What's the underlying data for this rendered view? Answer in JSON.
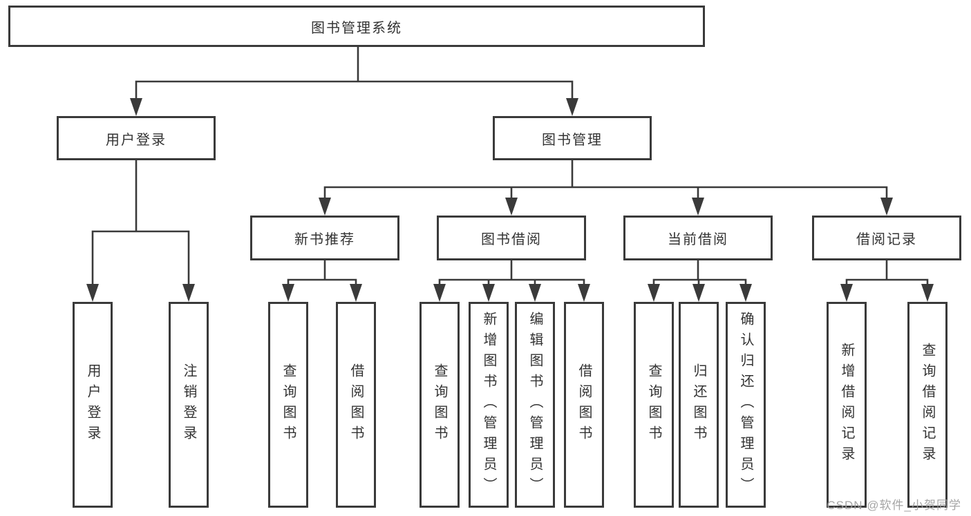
{
  "diagram": {
    "root": {
      "label": "图书管理系统"
    },
    "level2": [
      {
        "label": "用户登录"
      },
      {
        "label": "图书管理"
      }
    ],
    "level3": [
      {
        "label": "新书推荐"
      },
      {
        "label": "图书借阅"
      },
      {
        "label": "当前借阅"
      },
      {
        "label": "借阅记录"
      }
    ],
    "leaves": {
      "user_login": [
        {
          "label": "用户登录"
        },
        {
          "label": "注销登录"
        }
      ],
      "new_book": [
        {
          "label": "查询图书"
        },
        {
          "label": "借阅图书"
        }
      ],
      "book_borrow": [
        {
          "label": "查询图书"
        },
        {
          "label": "新增图书（管理员）"
        },
        {
          "label": "编辑图书（管理员）"
        },
        {
          "label": "借阅图书"
        }
      ],
      "current_borrow": [
        {
          "label": "查询图书"
        },
        {
          "label": "归还图书"
        },
        {
          "label": "确认归还（管理员）"
        }
      ],
      "borrow_record": [
        {
          "label": "新增借阅记录"
        },
        {
          "label": "查询借阅记录"
        }
      ]
    }
  },
  "watermark": {
    "text": "CSDN @软件_小贺同学"
  },
  "colors": {
    "line": "#3a3a3a",
    "border": "#3a3a3a",
    "text": "#333333",
    "background": "#ffffff",
    "watermark": "#9e9e9e"
  }
}
